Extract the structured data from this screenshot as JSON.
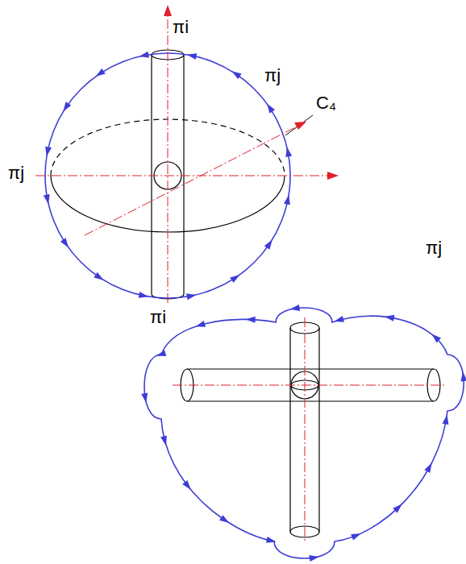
{
  "diagram": {
    "labels": [
      "πi",
      "πj",
      "C₄",
      "πj",
      "πi",
      "πj"
    ]
  }
}
